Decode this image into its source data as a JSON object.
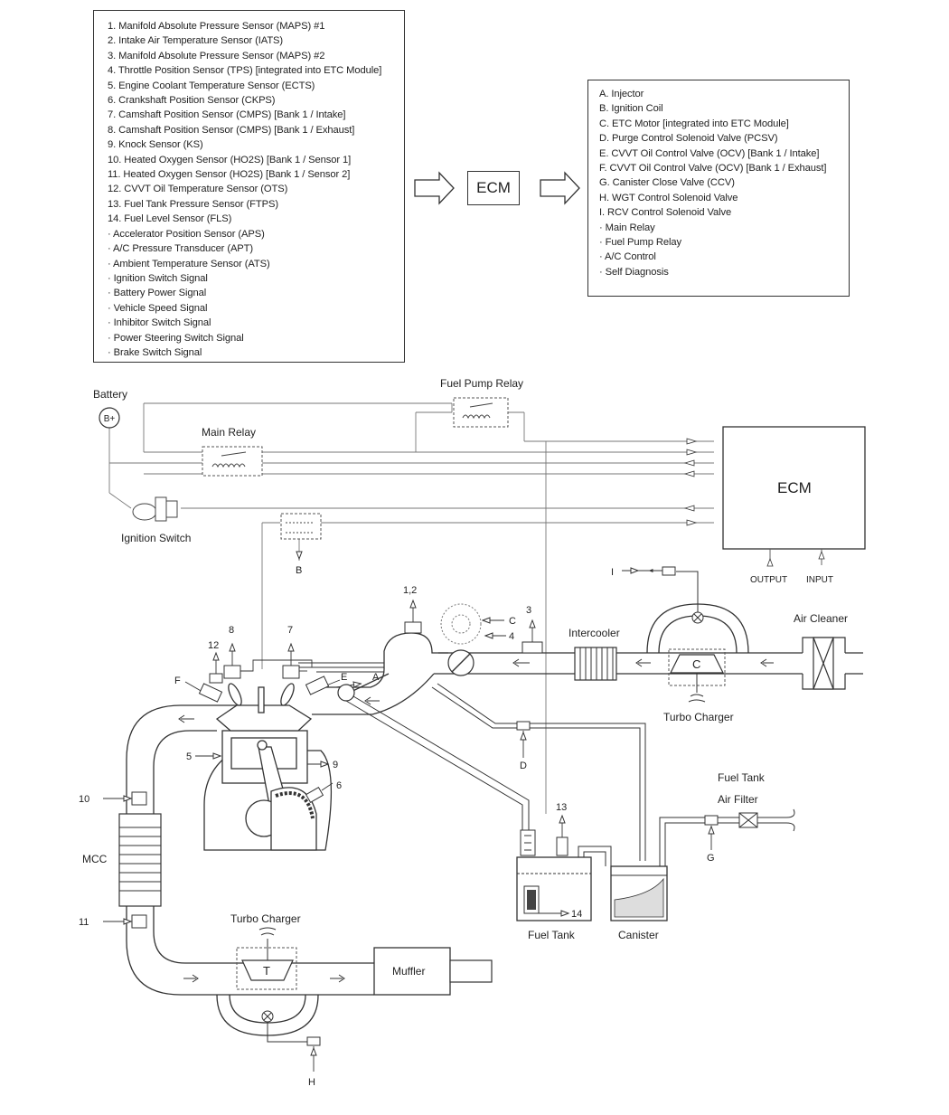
{
  "input_list": [
    "1. Manifold Absolute Pressure Sensor (MAPS) #1",
    "2. Intake Air Temperature Sensor (IATS)",
    "3. Manifold Absolute Pressure Sensor (MAPS) #2",
    "4. Throttle Position Sensor (TPS) [integrated into ETC Module]",
    "5. Engine Coolant Temperature Sensor (ECTS)",
    "6. Crankshaft Position Sensor (CKPS)",
    "7. Camshaft Position Sensor (CMPS) [Bank 1 / Intake]",
    "8. Camshaft Position Sensor (CMPS) [Bank 1 / Exhaust]",
    "9. Knock Sensor (KS)",
    "10. Heated Oxygen Sensor (HO2S) [Bank 1 / Sensor 1]",
    "11. Heated Oxygen Sensor (HO2S) [Bank 1 / Sensor 2]",
    "12. CVVT Oil Temperature Sensor (OTS)",
    "13. Fuel Tank Pressure Sensor (FTPS)",
    "14. Fuel Level Sensor (FLS)",
    "· Accelerator Position Sensor (APS)",
    "· A/C Pressure Transducer (APT)",
    "· Ambient Temperature Sensor (ATS)",
    "· Ignition Switch Signal",
    "· Battery Power Signal",
    "· Vehicle Speed Signal",
    "· Inhibitor Switch Signal",
    "· Power Steering Switch Signal",
    "· Brake Switch Signal"
  ],
  "output_list": [
    "A. Injector",
    "B. Ignition Coil",
    "C. ETC Motor [integrated into ETC Module]",
    "D. Purge Control Solenoid Valve (PCSV)",
    "E. CVVT Oil Control Valve (OCV) [Bank 1 / Intake]",
    "F. CVVT Oil Control Valve (OCV) [Bank 1 / Exhaust]",
    "G. Canister Close Valve (CCV)",
    "H. WGT Control Solenoid Valve",
    "I. RCV Control Solenoid Valve",
    "· Main Relay",
    "· Fuel Pump Relay",
    "· A/C Control",
    "· Self Diagnosis"
  ],
  "flow": {
    "ecm_label": "ECM"
  },
  "labels": {
    "battery": "Battery",
    "battery_terminal": "B+",
    "fuel_pump_relay": "Fuel Pump Relay",
    "main_relay": "Main Relay",
    "ignition_switch": "Ignition Switch",
    "ecm": "ECM",
    "output": "OUTPUT",
    "input": "INPUT",
    "air_cleaner": "Air Cleaner",
    "intercooler": "Intercooler",
    "turbo_charger_intake": "Turbo Charger",
    "turbo_charger_exhaust": "Turbo Charger",
    "compressor_letter": "C",
    "turbine_letter": "T",
    "fuel_tank_air_filter_line1": "Fuel Tank",
    "fuel_tank_air_filter_line2": "Air Filter",
    "fuel_tank": "Fuel Tank",
    "canister": "Canister",
    "mcc": "MCC",
    "muffler": "Muffler"
  },
  "callouts": {
    "c_1_2": "1,2",
    "c_3": "3",
    "c_4": "4",
    "c_5": "5",
    "c_6": "6",
    "c_7": "7",
    "c_8": "8",
    "c_9": "9",
    "c_10": "10",
    "c_11": "11",
    "c_12": "12",
    "c_13": "13",
    "c_14": "14",
    "c_A": "A",
    "c_B": "B",
    "c_C": "C",
    "c_D": "D",
    "c_E": "E",
    "c_F": "F",
    "c_G": "G",
    "c_H": "H",
    "c_I": "I"
  }
}
